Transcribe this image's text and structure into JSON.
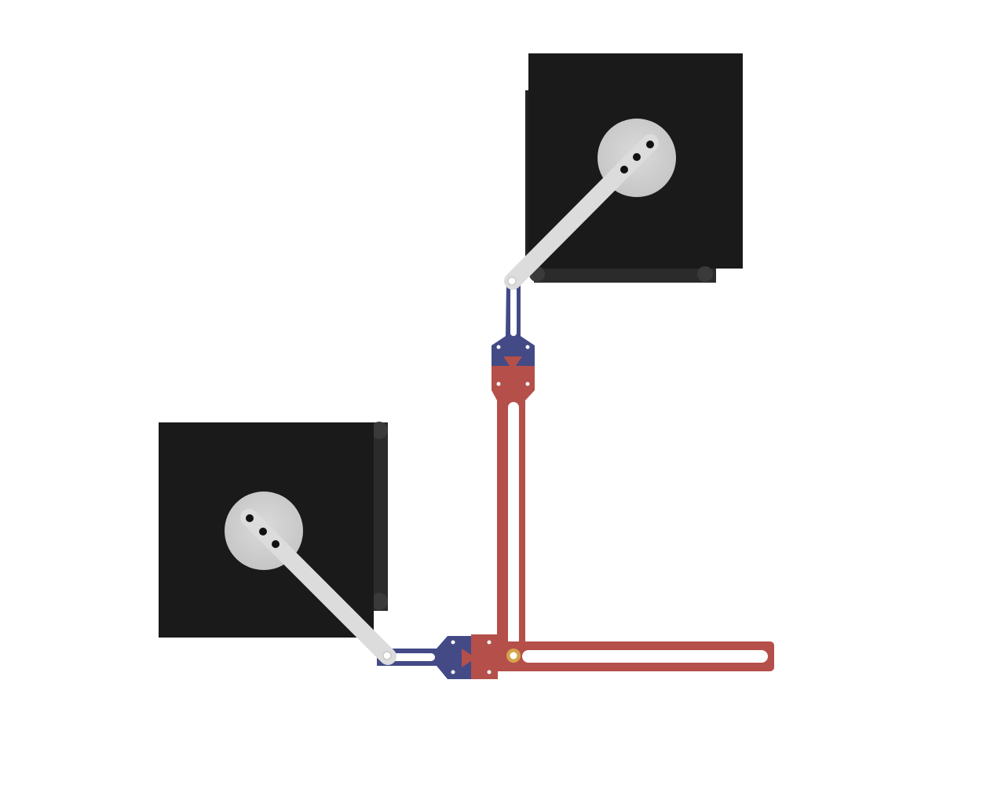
{
  "colors": {
    "background": "#ffffff",
    "motor_body": "#1a1a1a",
    "motor_shadow": "#2a2a2a",
    "hub": "#cfcfcf",
    "horn": "#dcdcdc",
    "link_blue": "#434a86",
    "link_red": "#b44f4a",
    "pivot_gold": "#d4a34a"
  },
  "components": {
    "top_motor": {
      "label": "top-stepper-motor"
    },
    "bottom_motor": {
      "label": "bottom-stepper-motor"
    },
    "top_horn": {
      "label": "top-motor-arm"
    },
    "bottom_horn": {
      "label": "bottom-motor-arm"
    },
    "blue_link_vertical": {
      "label": "vertical-blue-link"
    },
    "blue_link_horizontal": {
      "label": "horizontal-blue-link"
    },
    "red_link_vertical": {
      "label": "vertical-red-link"
    },
    "red_link_horizontal": {
      "label": "horizontal-red-link"
    },
    "pivot": {
      "label": "gold-pivot-bearing"
    }
  }
}
